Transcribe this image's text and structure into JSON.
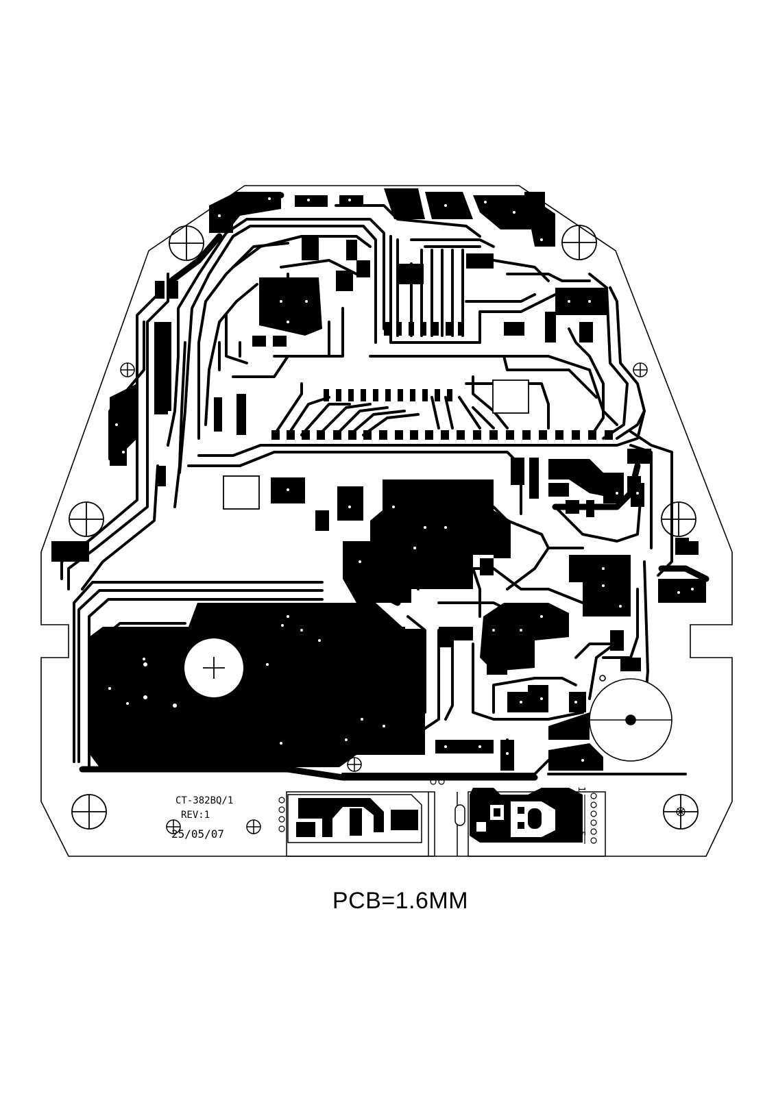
{
  "board": {
    "part_number": "CT-382BQ/1",
    "revision": "REV:1",
    "date": "25/05/07",
    "connector_pin_first": "1",
    "connector_pin_last": "5"
  },
  "caption": "PCB=1.6MM",
  "colors": {
    "copper": "#000000",
    "background": "#ffffff"
  }
}
